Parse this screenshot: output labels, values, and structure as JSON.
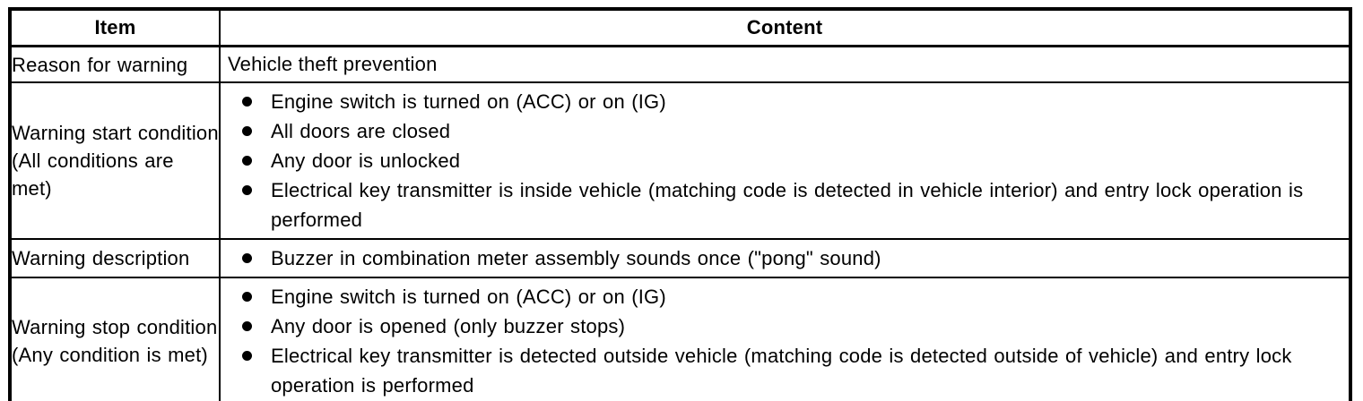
{
  "table": {
    "headers": {
      "item": "Item",
      "content": "Content"
    },
    "rows": [
      {
        "item": "Reason for warning",
        "content": "Vehicle theft prevention"
      },
      {
        "item": "Warning start condition\n(All conditions are met)",
        "bullets": [
          "Engine switch is turned on (ACC) or on (IG)",
          "All doors are closed",
          "Any door is unlocked",
          "Electrical key transmitter is inside vehicle (matching code is detected in vehicle interior) and entry lock operation is performed"
        ]
      },
      {
        "item": "Warning description",
        "bullets": [
          "Buzzer in combination meter assembly sounds once (\"pong\" sound)"
        ]
      },
      {
        "item": "Warning stop condition\n(Any condition is met)",
        "bullets": [
          "Engine switch is turned on (ACC) or on (IG)",
          "Any door is opened (only buzzer stops)",
          "Electrical key transmitter is detected outside vehicle (matching code is detected outside of vehicle) and entry lock operation is performed"
        ]
      }
    ]
  }
}
